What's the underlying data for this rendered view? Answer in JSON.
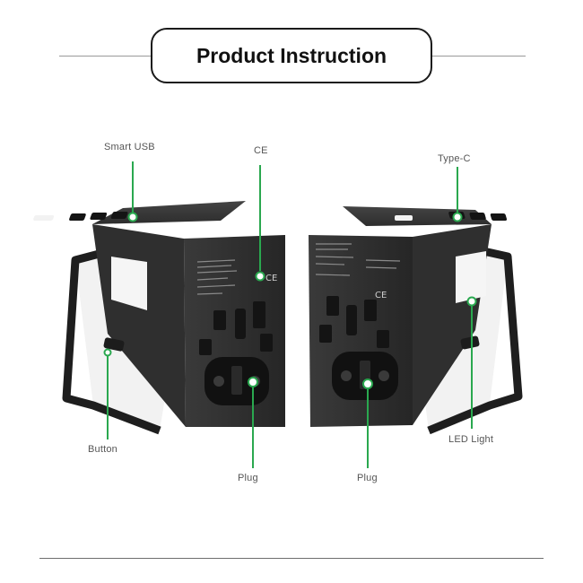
{
  "title": "Product Instruction",
  "labels": {
    "smart_usb": "Smart USB",
    "ce": "CE",
    "type_c": "Type-C",
    "button": "Button",
    "plug_left": "Plug",
    "plug_right": "Plug",
    "led_light": "LED Light"
  },
  "colors": {
    "device_body": "#2b2b2b",
    "callout_green": "#2aa84f",
    "accent_white": "#f4f4f4"
  }
}
